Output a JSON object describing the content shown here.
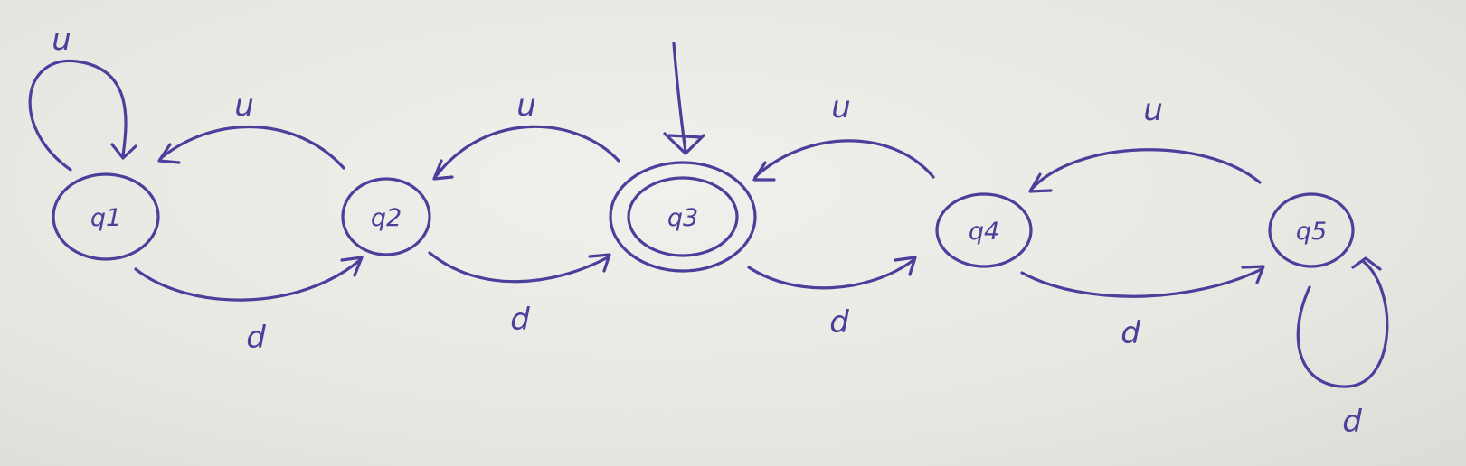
{
  "diagram": {
    "ink_color": "#4a3f9a",
    "paper_color": "#e9e8e3",
    "states": [
      {
        "id": "q1",
        "label": "q1",
        "accepting": false,
        "start": false
      },
      {
        "id": "q2",
        "label": "q2",
        "accepting": false,
        "start": false
      },
      {
        "id": "q3",
        "label": "q3",
        "accepting": true,
        "start": true
      },
      {
        "id": "q4",
        "label": "q4",
        "accepting": false,
        "start": false
      },
      {
        "id": "q5",
        "label": "q5",
        "accepting": false,
        "start": false
      }
    ],
    "transitions": [
      {
        "from": "q1",
        "to": "q1",
        "symbol": "u"
      },
      {
        "from": "q2",
        "to": "q1",
        "symbol": "u"
      },
      {
        "from": "q3",
        "to": "q2",
        "symbol": "u"
      },
      {
        "from": "q4",
        "to": "q3",
        "symbol": "u"
      },
      {
        "from": "q5",
        "to": "q4",
        "symbol": "u"
      },
      {
        "from": "q1",
        "to": "q2",
        "symbol": "d"
      },
      {
        "from": "q2",
        "to": "q3",
        "symbol": "d"
      },
      {
        "from": "q3",
        "to": "q4",
        "symbol": "d"
      },
      {
        "from": "q4",
        "to": "q5",
        "symbol": "d"
      },
      {
        "from": "q5",
        "to": "q5",
        "symbol": "d"
      }
    ]
  }
}
